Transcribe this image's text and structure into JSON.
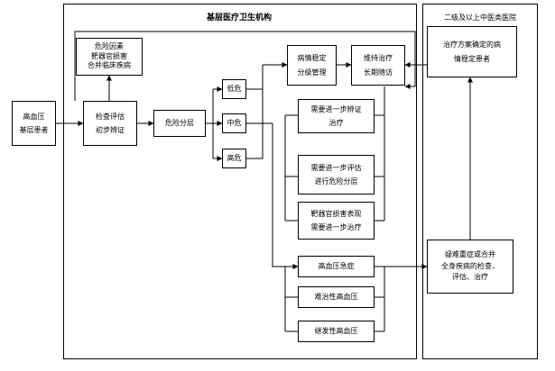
{
  "regions": {
    "primary_title": "基层医疗卫生机构",
    "secondary_title": "二级及以上中医类医院"
  },
  "nodes": {
    "patient": [
      "高血压",
      "基层患者"
    ],
    "risk_factors": [
      "危险因素",
      "靶器官损害",
      "合并临床疾病"
    ],
    "screening": [
      "检查评估",
      "初步辨证"
    ],
    "risk_strat": [
      "危险分层"
    ],
    "low_risk": [
      "低危"
    ],
    "mid_risk": [
      "中危"
    ],
    "high_risk": [
      "高危"
    ],
    "stable_mgmt": [
      "病情稳定",
      "分级管理"
    ],
    "maintain": [
      "维持治疗",
      "长期随访"
    ],
    "treatment_plan": [
      "治疗方案确定的病",
      "情稳定患者"
    ],
    "further_syndrome": [
      "需要进一步辨证",
      "治疗"
    ],
    "further_risk": [
      "需要进一步评估",
      "进行危险分层"
    ],
    "organ_damage": [
      "靶器官损害表现",
      "需要进一步治疗"
    ],
    "emergency": [
      "高血压急症"
    ],
    "refractory": [
      "难治性高血压"
    ],
    "secondary_htn": [
      "继发性高血压"
    ],
    "difficult": [
      "疑难重症或合并",
      "全身疾病的检查、",
      "评估、治疗"
    ]
  }
}
